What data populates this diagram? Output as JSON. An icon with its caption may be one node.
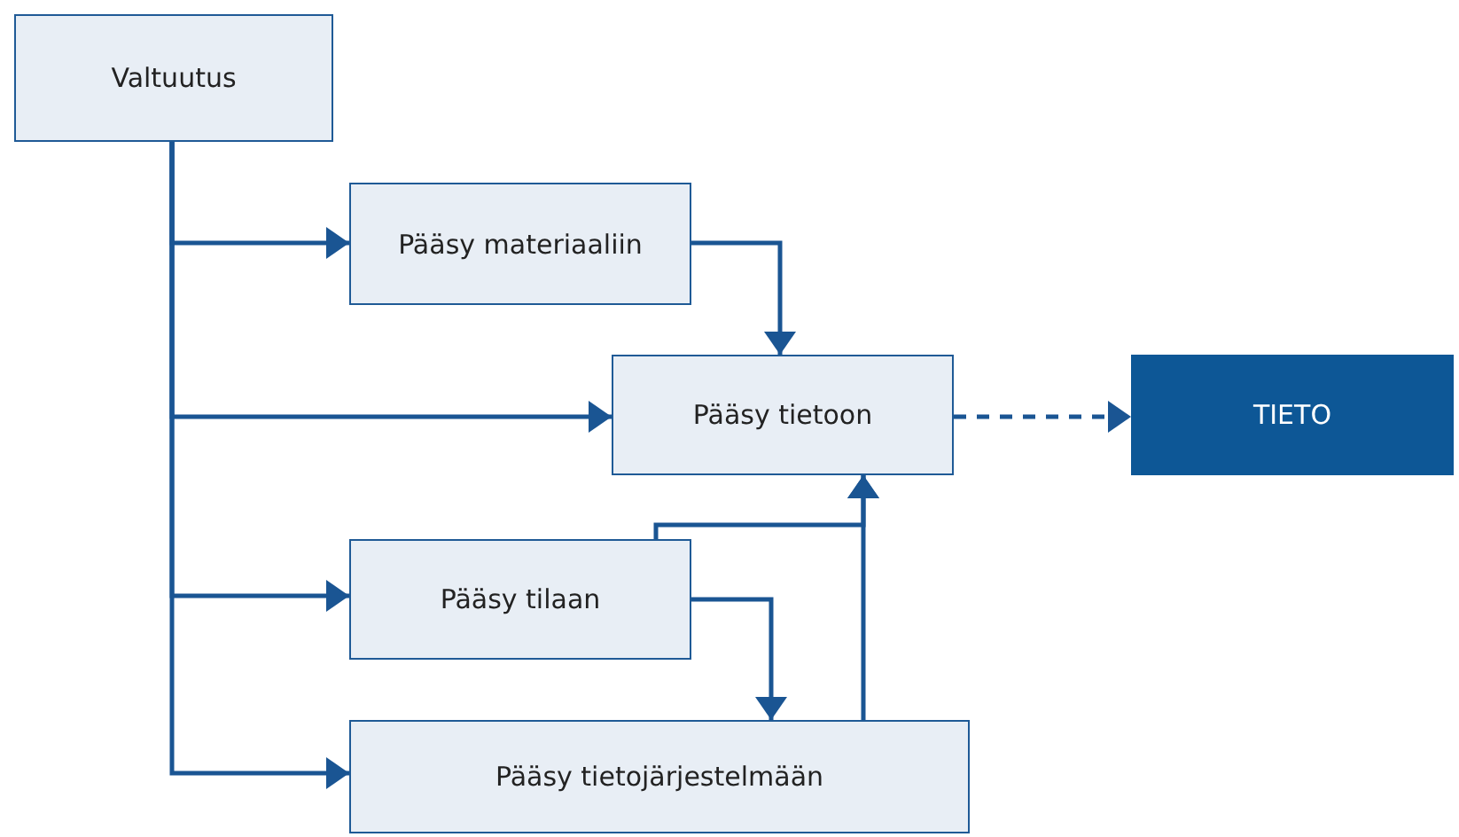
{
  "diagram": {
    "nodes": [
      {
        "text": [
          "Valtuutus"
        ]
      },
      {
        "text": [
          "Pääsy materiaaliin"
        ]
      },
      {
        "text": [
          "Pääsy tietoon"
        ]
      },
      {
        "text": [
          "TIETO"
        ]
      },
      {
        "text": [
          "Pääsy tilaan"
        ]
      },
      {
        "text": [
          "Pääsy tietojärjestelmään"
        ]
      }
    ],
    "edges": [
      {
        "from": 0,
        "to": 1,
        "arrow": "to"
      },
      {
        "from": 0,
        "to": 2,
        "arrow": "to"
      },
      {
        "from": 0,
        "to": 4,
        "arrow": "to"
      },
      {
        "from": 0,
        "to": 5,
        "arrow": "to"
      },
      {
        "from": 1,
        "to": 2,
        "arrow": "to"
      },
      {
        "from": 2,
        "to": 3,
        "arrow": "to",
        "style": "dashed"
      },
      {
        "from": 4,
        "to": 5,
        "arrow": "to"
      },
      {
        "from": 4,
        "to": 2,
        "arrow": "to"
      },
      {
        "from": 5,
        "to": 2,
        "arrow": "to"
      }
    ]
  }
}
